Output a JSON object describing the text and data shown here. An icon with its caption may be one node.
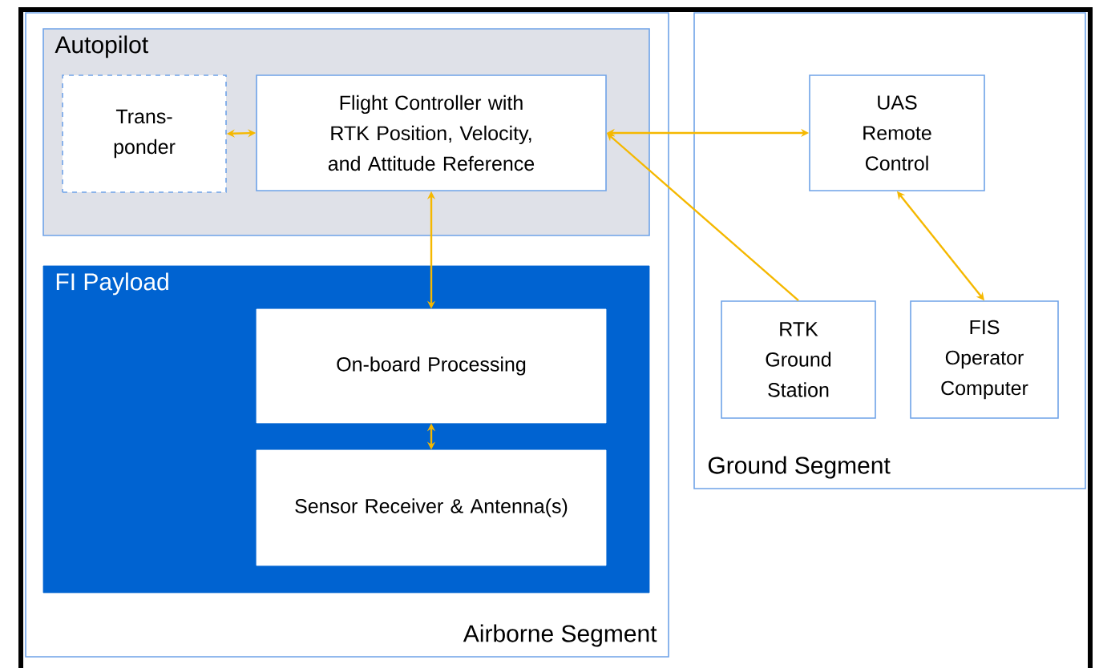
{
  "diagram": {
    "nodes": [
      {
        "text": [
          "Airborne Segment"
        ]
      },
      {
        "text": [
          "Autopilot"
        ],
        "in": 0
      },
      {
        "text": [
          "Trans- ponder"
        ],
        "in": 1
      },
      {
        "text": [
          "Flight Controller with RTK Position, Velocity, and Attitude Reference"
        ],
        "in": 1
      },
      {
        "text": [
          "FI Payload"
        ],
        "in": 0
      },
      {
        "text": [
          "On-board Processing"
        ],
        "in": 4
      },
      {
        "text": [
          "Sensor Receiver & Antenna(s)"
        ],
        "in": 4
      },
      {
        "text": [
          "Ground Segment"
        ]
      },
      {
        "text": [
          "UAS Remote Control"
        ],
        "in": 7
      },
      {
        "text": [
          "RTK Ground Station"
        ],
        "in": 7
      },
      {
        "text": [
          "FIS Operator Computer"
        ],
        "in": 7
      }
    ],
    "edges": [
      {
        "from": 2,
        "to": 3,
        "arrow": "both"
      },
      {
        "from": 3,
        "to": 8,
        "arrow": "both"
      },
      {
        "from": 9,
        "to": 3,
        "arrow": "to"
      },
      {
        "from": 3,
        "to": 5,
        "arrow": "both"
      },
      {
        "from": 5,
        "to": 6,
        "arrow": "both"
      },
      {
        "from": 8,
        "to": 10,
        "arrow": "both"
      }
    ]
  }
}
